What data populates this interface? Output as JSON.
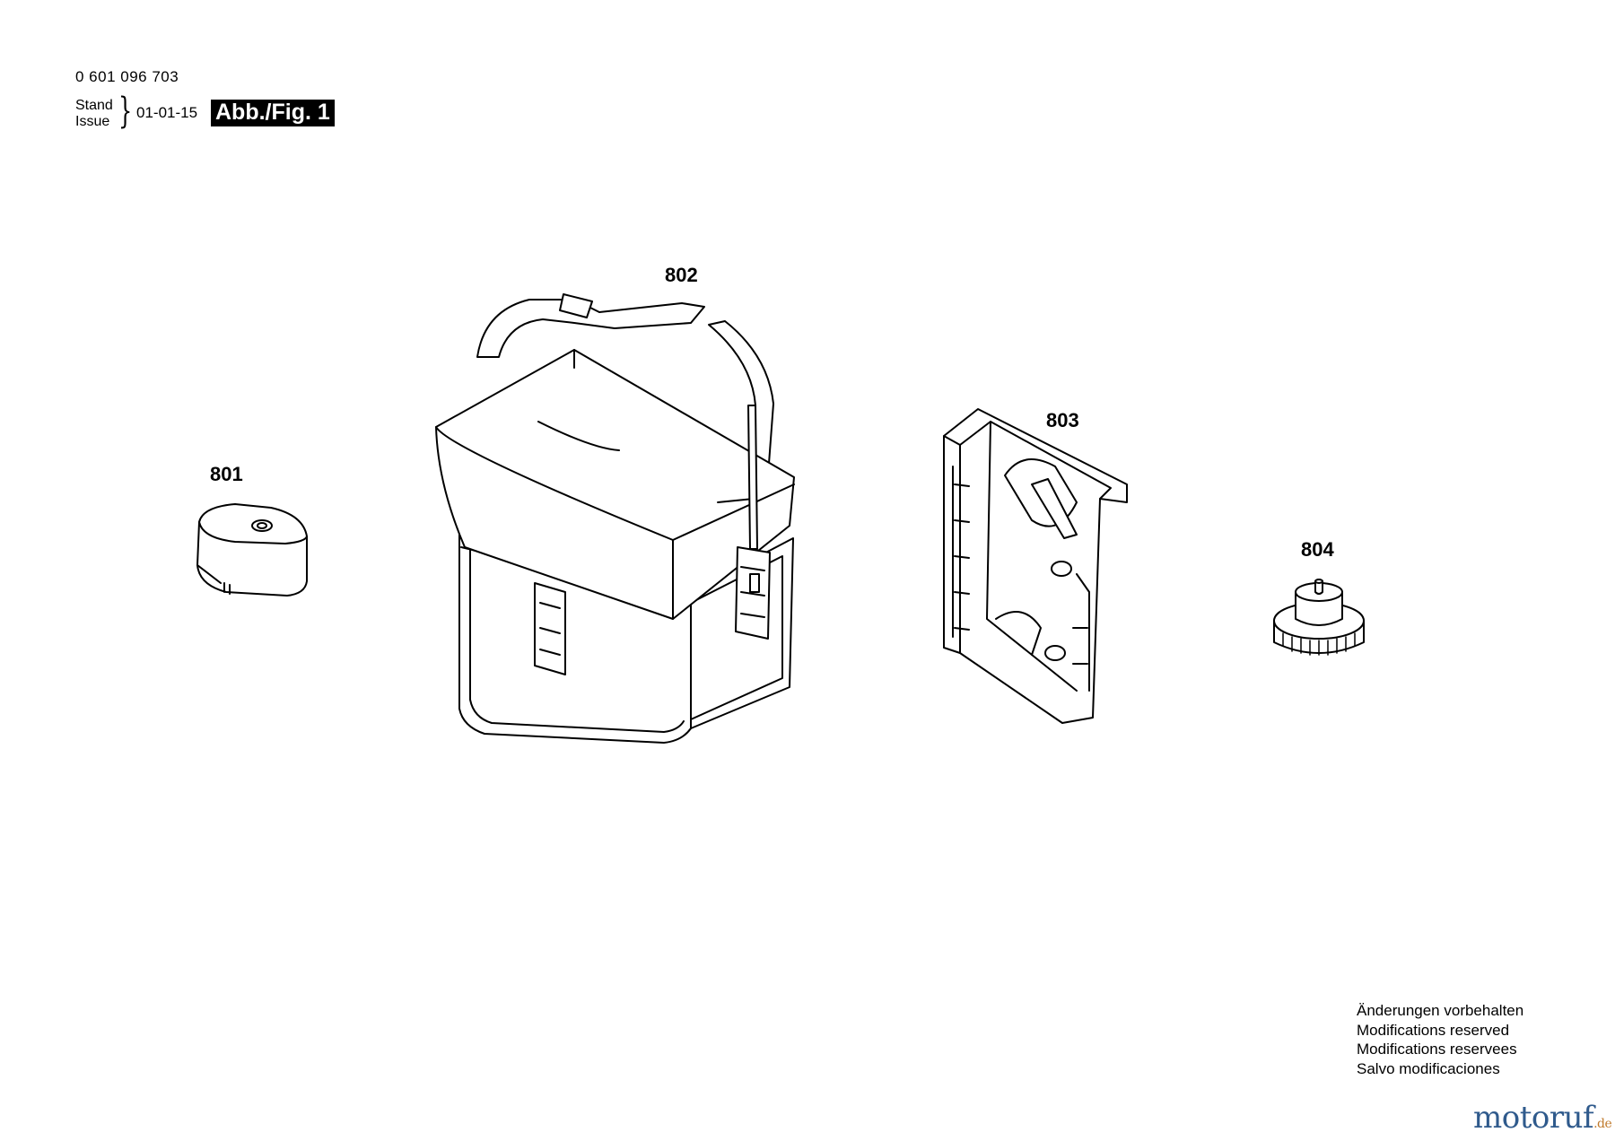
{
  "header": {
    "part_number": "0 601 096 703",
    "stand_label": "Stand",
    "issue_label": "Issue",
    "date": "01-01-15",
    "figure_label": "Abb./Fig. 1"
  },
  "parts": [
    {
      "callout": "801",
      "icon": "battery-cap-icon"
    },
    {
      "callout": "802",
      "icon": "carrying-bag-icon"
    },
    {
      "callout": "803",
      "icon": "wall-bracket-icon"
    },
    {
      "callout": "804",
      "icon": "knurled-adapter-icon"
    }
  ],
  "footer": {
    "notes": [
      "Änderungen vorbehalten",
      "Modifications reserved",
      "Modifications reservees",
      "Salvo modificaciones"
    ],
    "watermark_main": "motoruf",
    "watermark_suffix": ".de"
  }
}
